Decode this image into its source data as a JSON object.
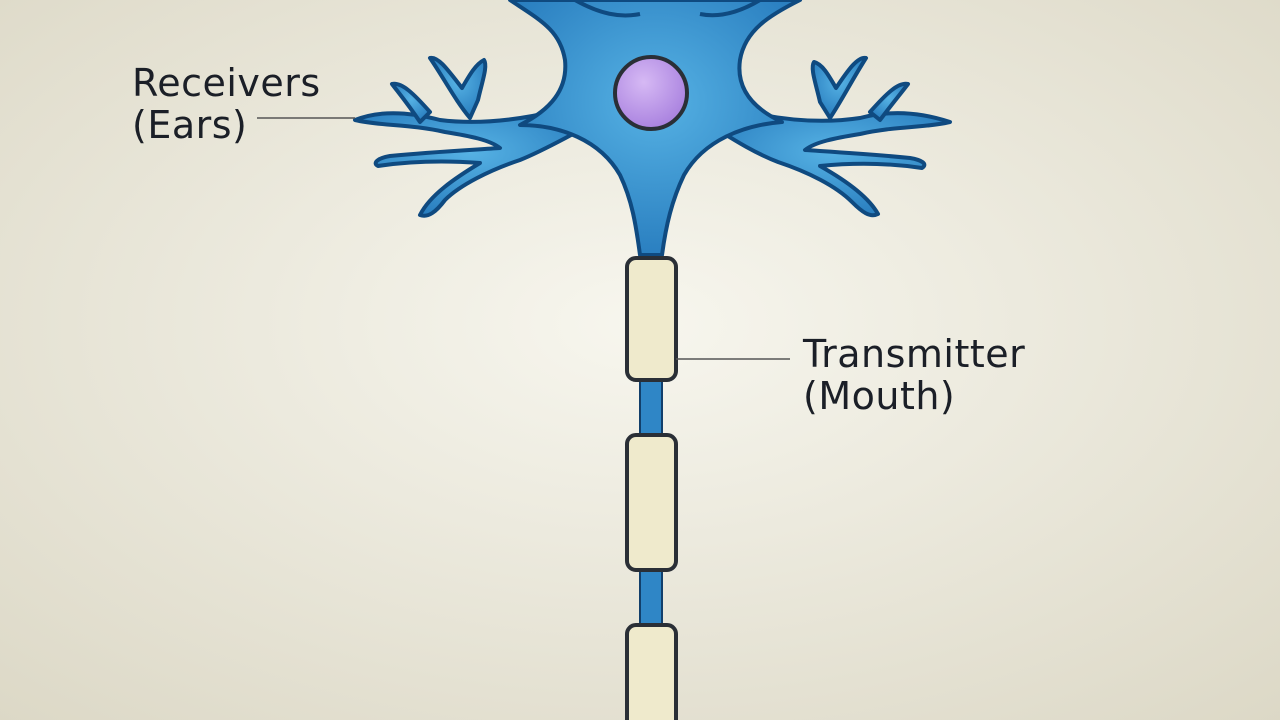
{
  "colors": {
    "background_center": "#f7f6ee",
    "background_edge": "#dcd8c6",
    "neuron_blue": "#2f86c6",
    "neuron_light": "#4fa7dc",
    "neuron_outline": "#0f4a80",
    "nucleus": "#b58ee6",
    "nucleus_light": "#d6b9f4",
    "myelin": "#efeacc",
    "outline": "#2a2f36",
    "leader_line": "#555555",
    "text": "#1b1f27"
  },
  "labels": {
    "receivers": {
      "line1": "Receivers",
      "line2": "(Ears)"
    },
    "transmitter": {
      "line1": "Transmitter",
      "line2": "(Mouth)"
    }
  },
  "icons": {
    "cell": "neuron-cell-icon",
    "nucleus": "nucleus-icon",
    "sheath": "myelin-sheath-icon"
  }
}
